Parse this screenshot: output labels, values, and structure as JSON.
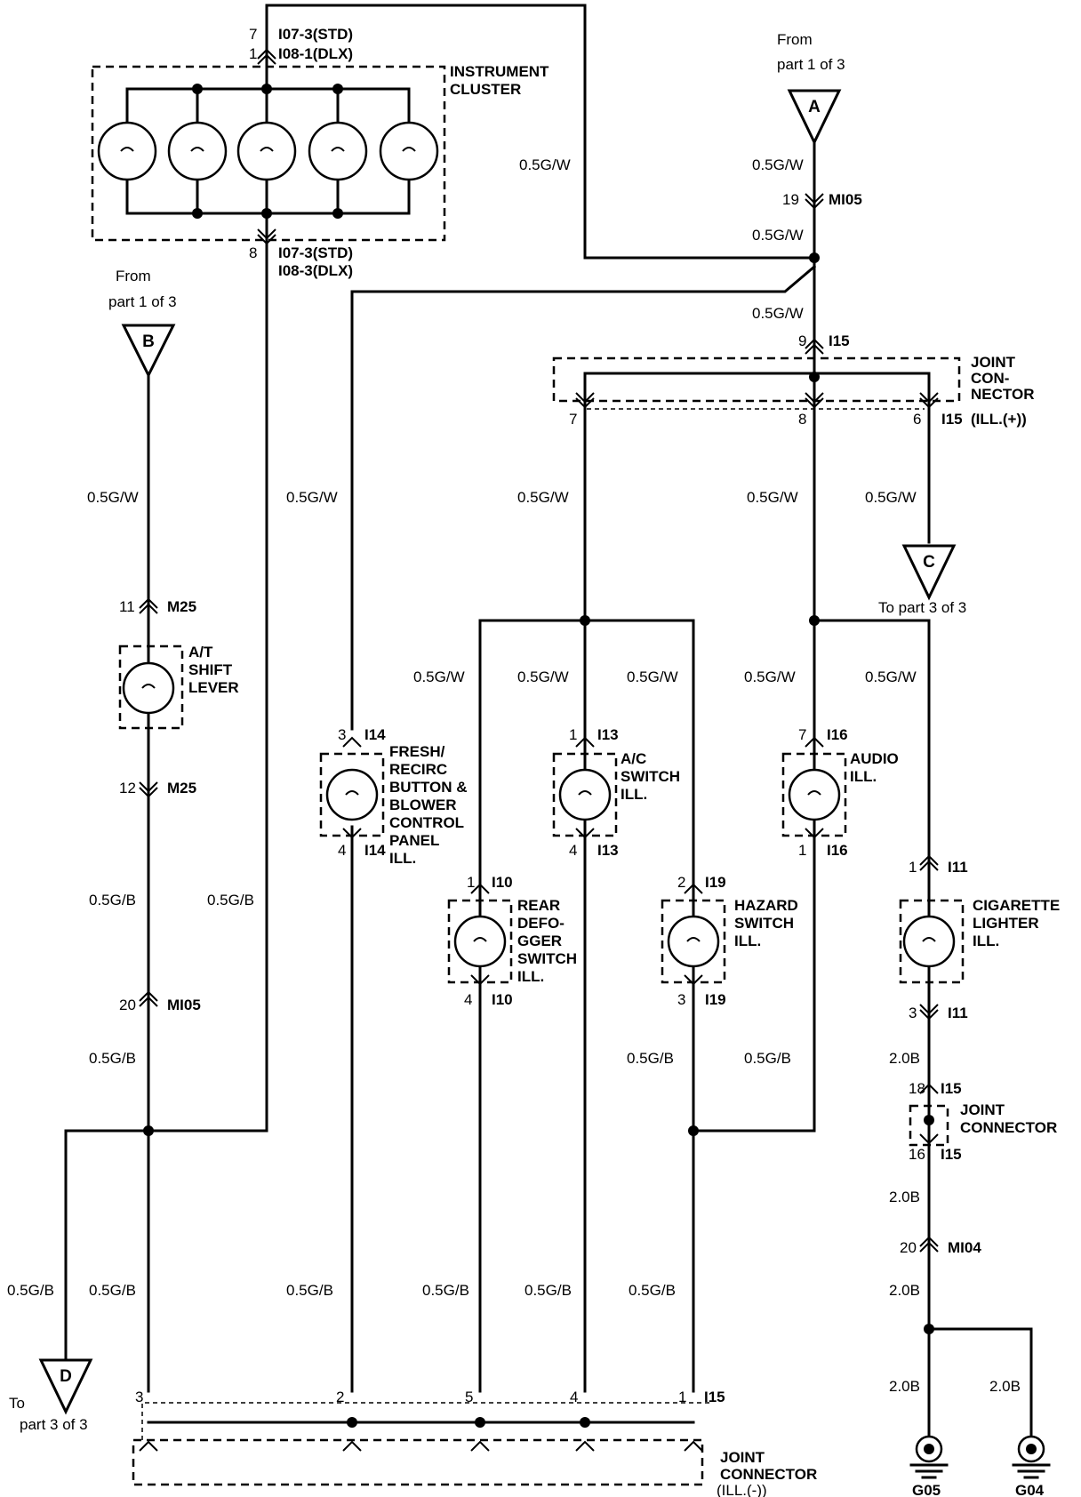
{
  "wires": {
    "gw": "0.5G/W",
    "gb": "0.5G/B",
    "b2": "2.0B"
  },
  "connectors": {
    "cluster_top_1": "I07-3(STD)",
    "cluster_top_2": "I08-1(DLX)",
    "cluster_bot_1": "I07-3(STD)",
    "cluster_bot_2": "I08-3(DLX)",
    "mi05": "MI05",
    "i15": "I15",
    "m25": "M25",
    "i14": "I14",
    "i13": "I13",
    "i16": "I16",
    "i10": "I10",
    "i19": "I19",
    "i11": "I11",
    "mi04": "MI04"
  },
  "components": {
    "instrument_cluster": [
      "INSTRUMENT",
      "CLUSTER"
    ],
    "joint_connector_plus": [
      "JOINT",
      "CON-",
      "NECTOR",
      "(ILL.(+))"
    ],
    "at_shift_lever": [
      "A/T",
      "SHIFT",
      "LEVER"
    ],
    "fresh_recirc": [
      "FRESH/",
      "RECIRC",
      "BUTTON &",
      "BLOWER",
      "CONTROL",
      "PANEL",
      "ILL."
    ],
    "ac_switch": [
      "A/C",
      "SWITCH",
      "ILL."
    ],
    "audio": [
      "AUDIO",
      "ILL."
    ],
    "rear_defogger": [
      "REAR",
      "DEFO-",
      "GGER",
      "SWITCH",
      "ILL."
    ],
    "hazard_switch": [
      "HAZARD",
      "SWITCH",
      "ILL."
    ],
    "cigarette_lighter": [
      "CIGARETTE",
      "LIGHTER",
      "ILL."
    ],
    "joint_connector_mid": [
      "JOINT",
      "CONNECTOR"
    ],
    "joint_connector_minus": [
      "JOINT",
      "CONNECTOR",
      "(ILL.(-))"
    ]
  },
  "refs": {
    "from": "From",
    "part1": "part 1 of 3",
    "to_part3": "To part 3 of 3",
    "to": "To",
    "part3": "part 3 of 3"
  },
  "offpage": {
    "a": "A",
    "b": "B",
    "c": "C",
    "d": "D"
  },
  "grounds": {
    "g05": "G05",
    "g04": "G04"
  },
  "pins": {
    "cl_top_7": "7",
    "cl_top_1": "1",
    "cl_bot_8": "8",
    "mi05_19": "19",
    "i15_9": "9",
    "i15_7": "7",
    "i15_8": "8",
    "i15_6": "6",
    "m25_11": "11",
    "m25_12": "12",
    "mi05_20": "20",
    "i14_3": "3",
    "i14_4": "4",
    "i13_1": "1",
    "i13_4": "4",
    "i16_7": "7",
    "i16_1": "1",
    "i10_1": "1",
    "i10_4": "4",
    "i19_2": "2",
    "i19_3": "3",
    "i11_1": "1",
    "i11_3": "3",
    "i15_18": "18",
    "i15_16": "16",
    "mi04_20": "20",
    "jc_3": "3",
    "jc_2": "2",
    "jc_5": "5",
    "jc_4": "4",
    "jc_1": "1"
  }
}
